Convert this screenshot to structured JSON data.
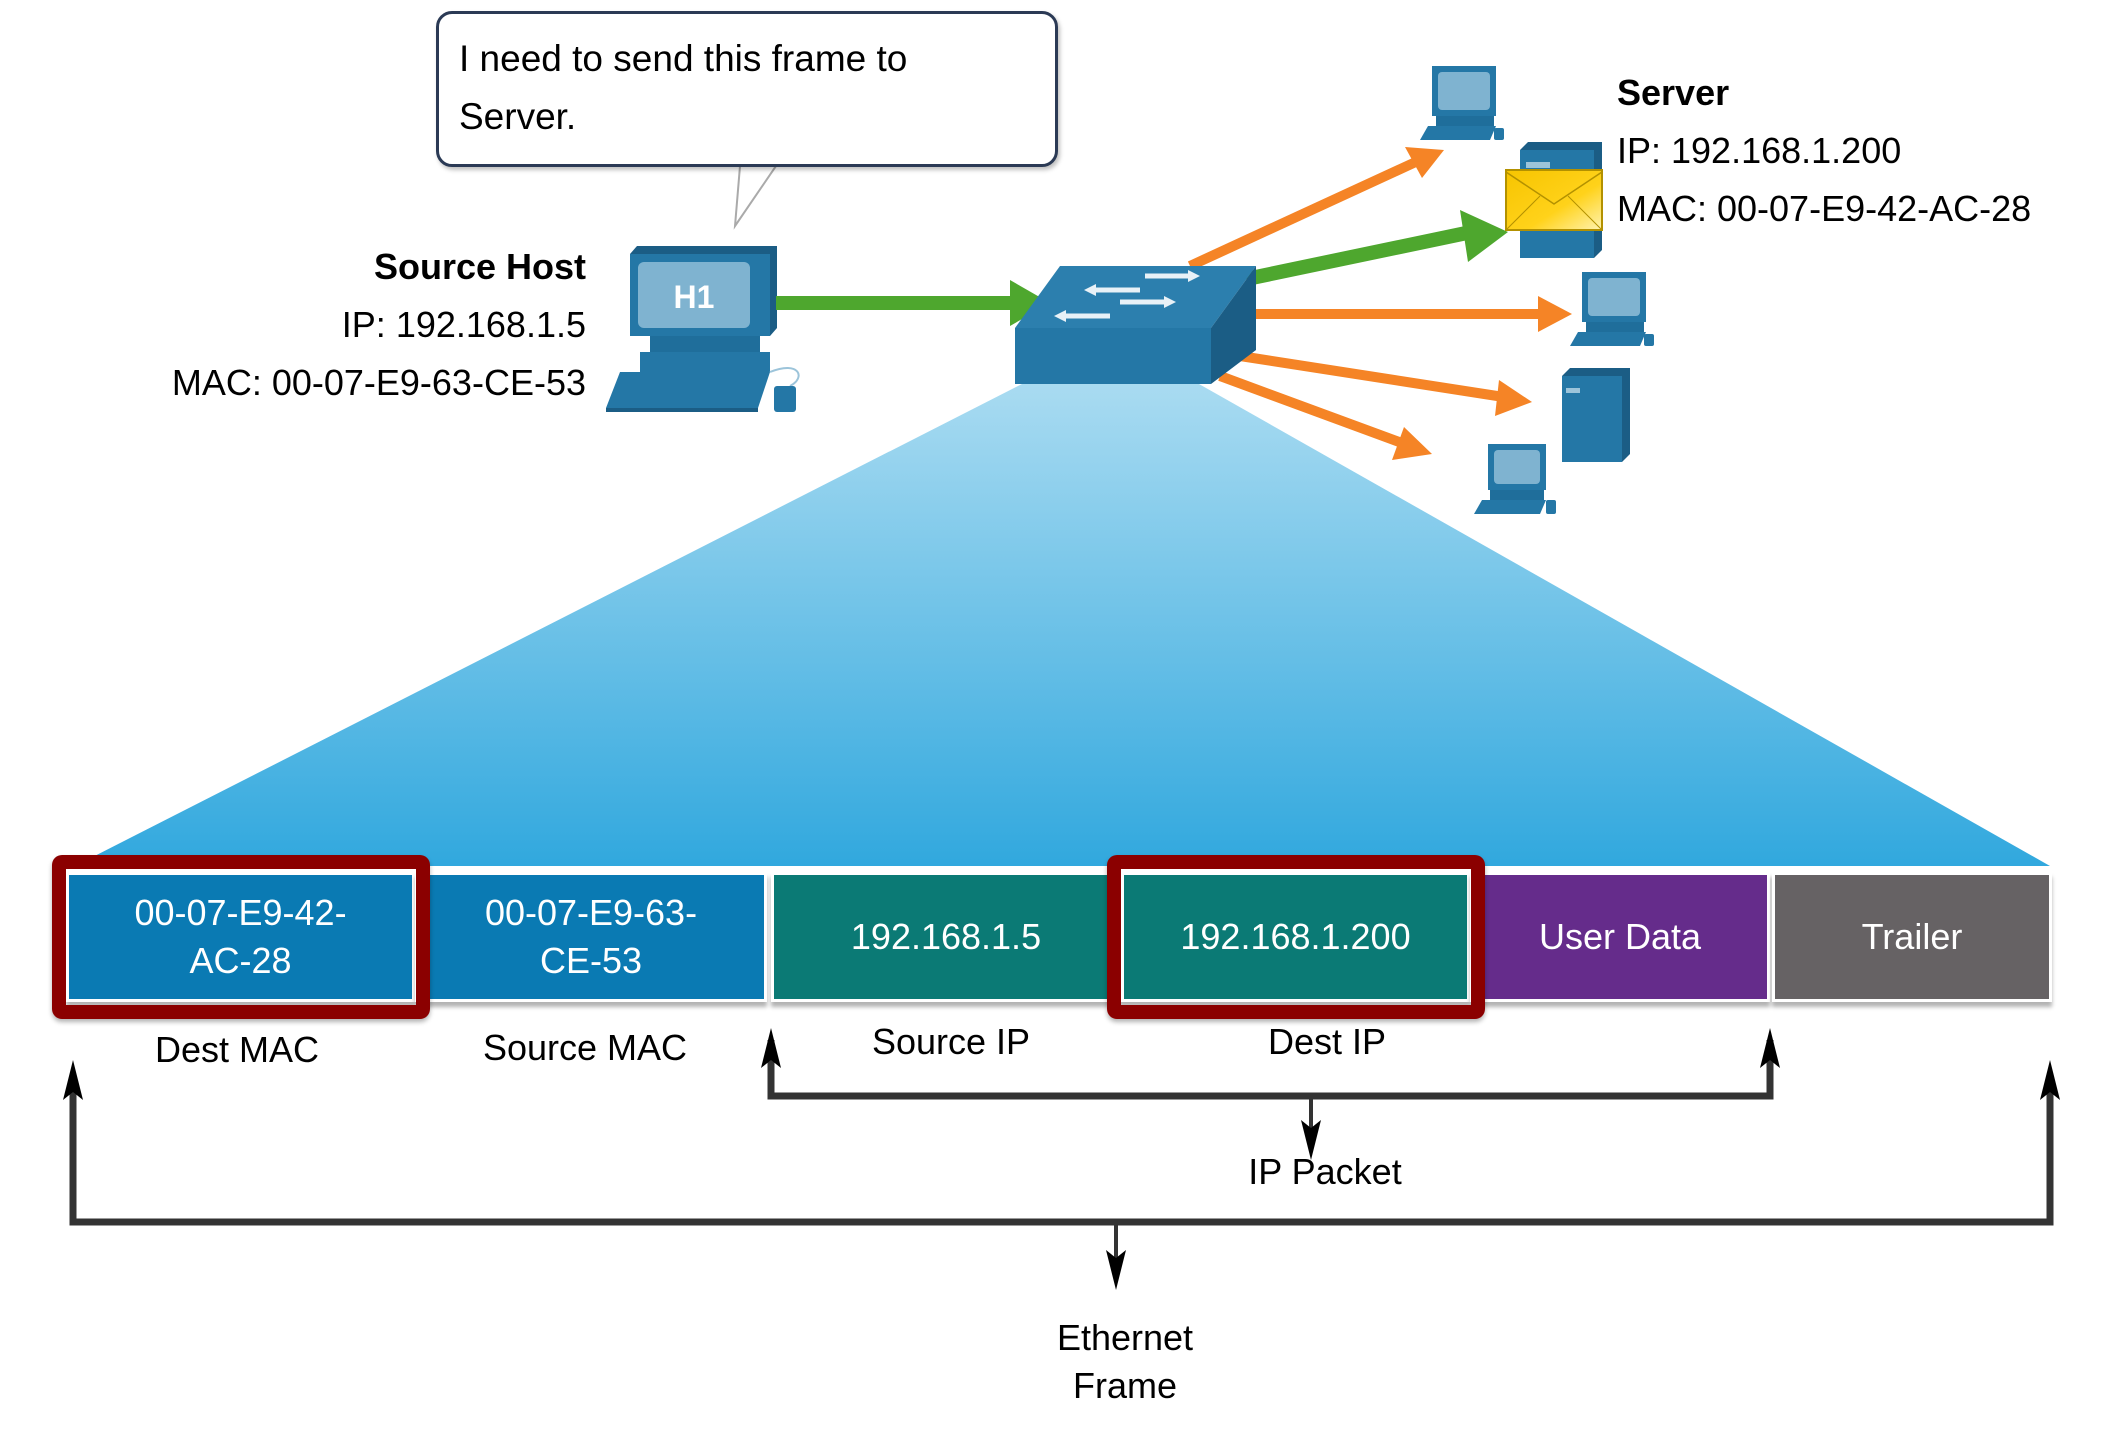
{
  "speech_bubble": {
    "line1": "I need to send this frame to",
    "line2": "Server."
  },
  "source_host": {
    "title": "Source Host",
    "ip": "IP: 192.168.1.5",
    "mac": "MAC: 00-07-E9-63-CE-53",
    "pc_label": "H1"
  },
  "server": {
    "title": "Server",
    "ip": "IP: 192.168.1.200",
    "mac": "MAC: 00-07-E9-42-AC-28"
  },
  "frame": {
    "fields": [
      {
        "id": "dest-mac",
        "value_line1": "00-07-E9-42-",
        "value_line2": "AC-28",
        "label": "Dest MAC",
        "color": "#0a7ab3",
        "highlighted": true
      },
      {
        "id": "source-mac",
        "value_line1": "00-07-E9-63-",
        "value_line2": "CE-53",
        "label": "Source MAC",
        "color": "#0a7ab3",
        "highlighted": false
      },
      {
        "id": "source-ip",
        "value_line1": "192.168.1.5",
        "value_line2": "",
        "label": "Source IP",
        "color": "#0b7a75",
        "highlighted": false
      },
      {
        "id": "dest-ip",
        "value_line1": "192.168.1.200",
        "value_line2": "",
        "label": "Dest IP",
        "color": "#0b7a75",
        "highlighted": true
      },
      {
        "id": "user-data",
        "value_line1": "User Data",
        "value_line2": "",
        "label": "",
        "color": "#652c8b",
        "highlighted": false
      },
      {
        "id": "trailer",
        "value_line1": "Trailer",
        "value_line2": "",
        "label": "",
        "color": "#666264",
        "highlighted": false
      }
    ],
    "ip_packet_label": "IP Packet",
    "ethernet_frame_label_line1": "Ethernet",
    "ethernet_frame_label_line2": "Frame"
  },
  "colors": {
    "highlight": "#8b0000",
    "green_arrow": "#4ea72e",
    "orange_arrow": "#f58426",
    "device_blue": "#1f6f9c"
  }
}
